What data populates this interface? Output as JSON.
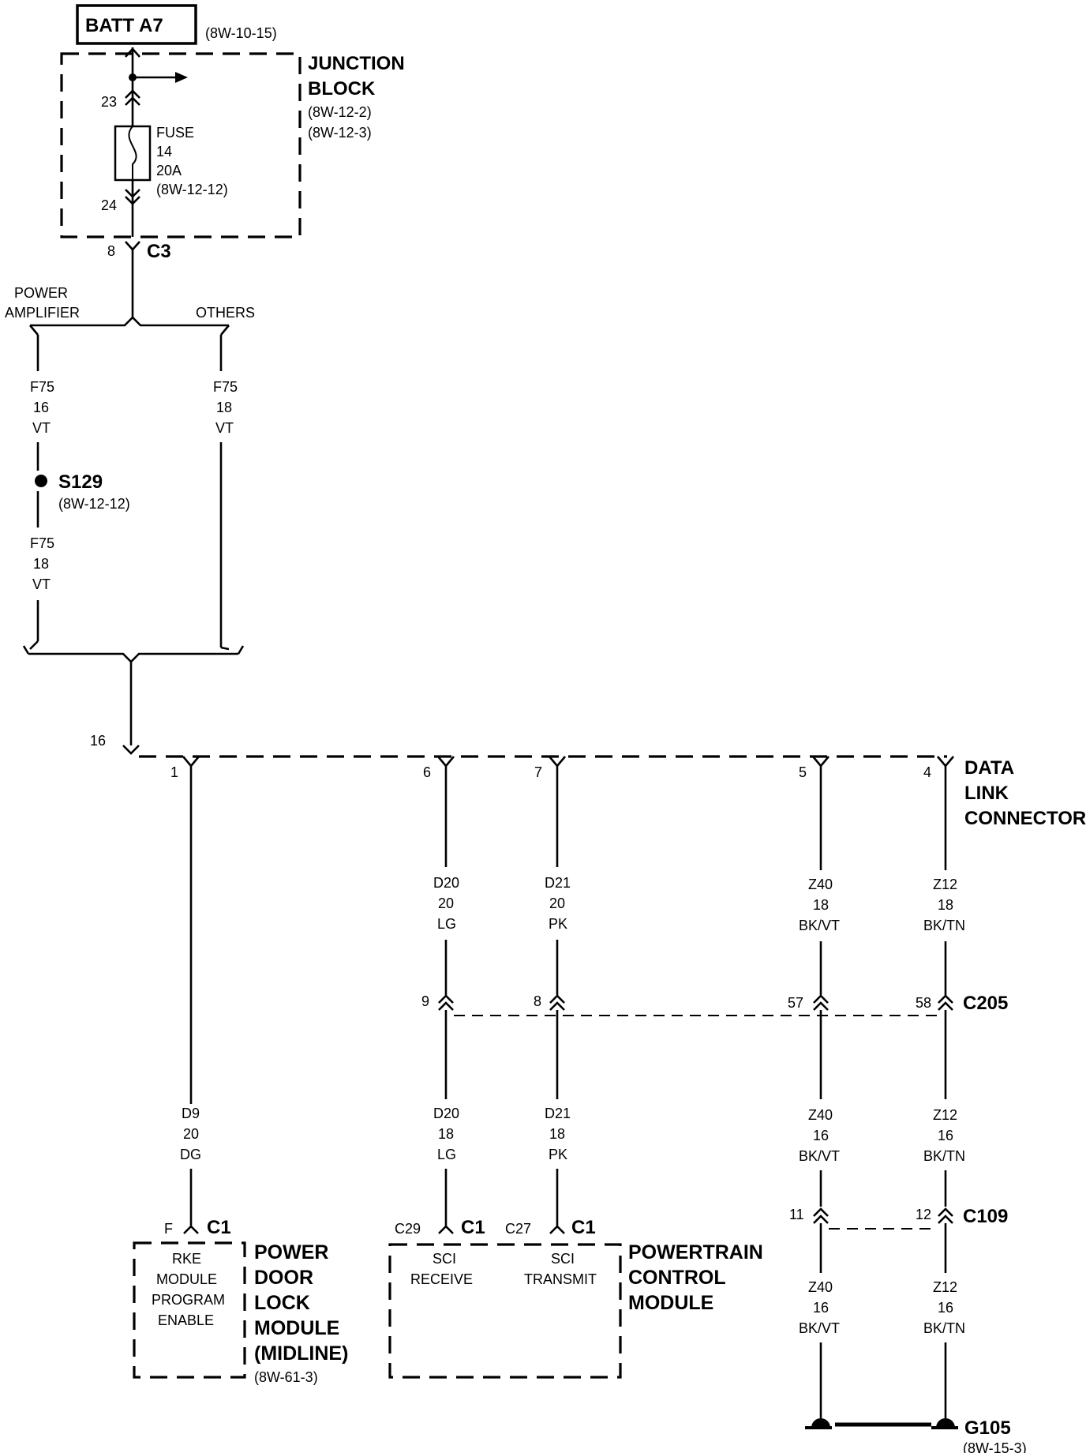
{
  "batt": {
    "label": "BATT A7",
    "ref": "(8W-10-15)"
  },
  "junction_block": {
    "line1": "JUNCTION",
    "line2": "BLOCK",
    "ref1": "(8W-12-2)",
    "ref2": "(8W-12-3)"
  },
  "fuse": {
    "pin_in": "23",
    "pin_out": "24",
    "line1": "FUSE",
    "line2": "14",
    "line3": "20A",
    "ref": "(8W-12-12)"
  },
  "c3": {
    "pin": "8",
    "label": "C3"
  },
  "branch": {
    "left1": "POWER",
    "left2": "AMPLIFIER",
    "right": "OTHERS"
  },
  "wire_f75_left_top": {
    "circuit": "F75",
    "gauge": "16",
    "color": "VT"
  },
  "wire_f75_right": {
    "circuit": "F75",
    "gauge": "18",
    "color": "VT"
  },
  "splice": {
    "label": "S129",
    "ref": "(8W-12-12)"
  },
  "wire_f75_left_bottom": {
    "circuit": "F75",
    "gauge": "18",
    "color": "VT"
  },
  "dlc": {
    "pin_16": "16",
    "pin_1": "1",
    "pin_6": "6",
    "pin_7": "7",
    "pin_5": "5",
    "pin_4": "4",
    "line1": "DATA",
    "line2": "LINK",
    "line3": "CONNECTOR"
  },
  "wire_d20_top": {
    "circuit": "D20",
    "gauge": "20",
    "color": "LG"
  },
  "wire_d21_top": {
    "circuit": "D21",
    "gauge": "20",
    "color": "PK"
  },
  "wire_z40_top": {
    "circuit": "Z40",
    "gauge": "18",
    "color": "BK/VT"
  },
  "wire_z12_top": {
    "circuit": "Z12",
    "gauge": "18",
    "color": "BK/TN"
  },
  "c205": {
    "pin_9": "9",
    "pin_8": "8",
    "pin_57": "57",
    "pin_58": "58",
    "label": "C205"
  },
  "wire_d9": {
    "circuit": "D9",
    "gauge": "20",
    "color": "DG"
  },
  "wire_d20_bot": {
    "circuit": "D20",
    "gauge": "18",
    "color": "LG"
  },
  "wire_d21_bot": {
    "circuit": "D21",
    "gauge": "18",
    "color": "PK"
  },
  "wire_z40_mid": {
    "circuit": "Z40",
    "gauge": "16",
    "color": "BK/VT"
  },
  "wire_z12_mid": {
    "circuit": "Z12",
    "gauge": "16",
    "color": "BK/TN"
  },
  "c109": {
    "pin_11": "11",
    "pin_12": "12",
    "label": "C109"
  },
  "wire_z40_bot": {
    "circuit": "Z40",
    "gauge": "16",
    "color": "BK/VT"
  },
  "wire_z12_bot": {
    "circuit": "Z12",
    "gauge": "16",
    "color": "BK/TN"
  },
  "pdlm": {
    "pin": "F",
    "conn": "C1",
    "func1": "RKE",
    "func2": "MODULE",
    "func3": "PROGRAM",
    "func4": "ENABLE",
    "name1": "POWER",
    "name2": "DOOR",
    "name3": "LOCK",
    "name4": "MODULE",
    "name5": "(MIDLINE)",
    "ref": "(8W-61-3)"
  },
  "pcm": {
    "pin_a": "C29",
    "conn_a": "C1",
    "pin_b": "C27",
    "conn_b": "C1",
    "rx1": "SCI",
    "rx2": "RECEIVE",
    "tx1": "SCI",
    "tx2": "TRANSMIT",
    "name1": "POWERTRAIN",
    "name2": "CONTROL",
    "name3": "MODULE"
  },
  "ground": {
    "label": "G105",
    "ref": "(8W-15-3)"
  }
}
